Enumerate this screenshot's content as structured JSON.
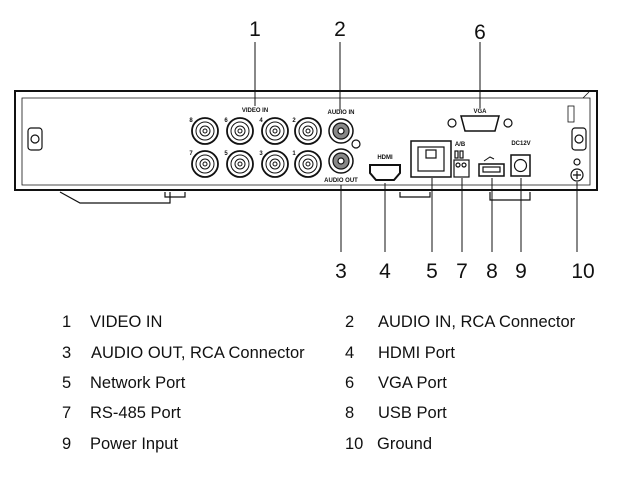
{
  "callouts": {
    "top": [
      "1",
      "2",
      "6"
    ],
    "bottom": [
      "3",
      "4",
      "5",
      "7",
      "8",
      "9",
      "10"
    ]
  },
  "panel_labels": {
    "video_in": "VIDEO IN",
    "audio_in": "AUDIO IN",
    "audio_out": "AUDIO OUT",
    "vga": "VGA",
    "hdmi": "HDMI",
    "rs485": "A/B",
    "power": "DC12V",
    "bnc_top": [
      "8",
      "6",
      "4",
      "2"
    ],
    "bnc_bottom": [
      "7",
      "5",
      "3",
      "1"
    ]
  },
  "legend": [
    {
      "num": "1",
      "text": "VIDEO IN"
    },
    {
      "num": "2",
      "text": "AUDIO IN, RCA Connector"
    },
    {
      "num": "3",
      "text": "AUDIO OUT, RCA Connector"
    },
    {
      "num": "4",
      "text": "HDMI Port"
    },
    {
      "num": "5",
      "text": "Network Port"
    },
    {
      "num": "6",
      "text": "VGA Port"
    },
    {
      "num": "7",
      "text": "RS-485 Port"
    },
    {
      "num": "8",
      "text": "USB Port"
    },
    {
      "num": "9",
      "text": "Power Input"
    },
    {
      "num": "10",
      "text": "Ground"
    }
  ]
}
